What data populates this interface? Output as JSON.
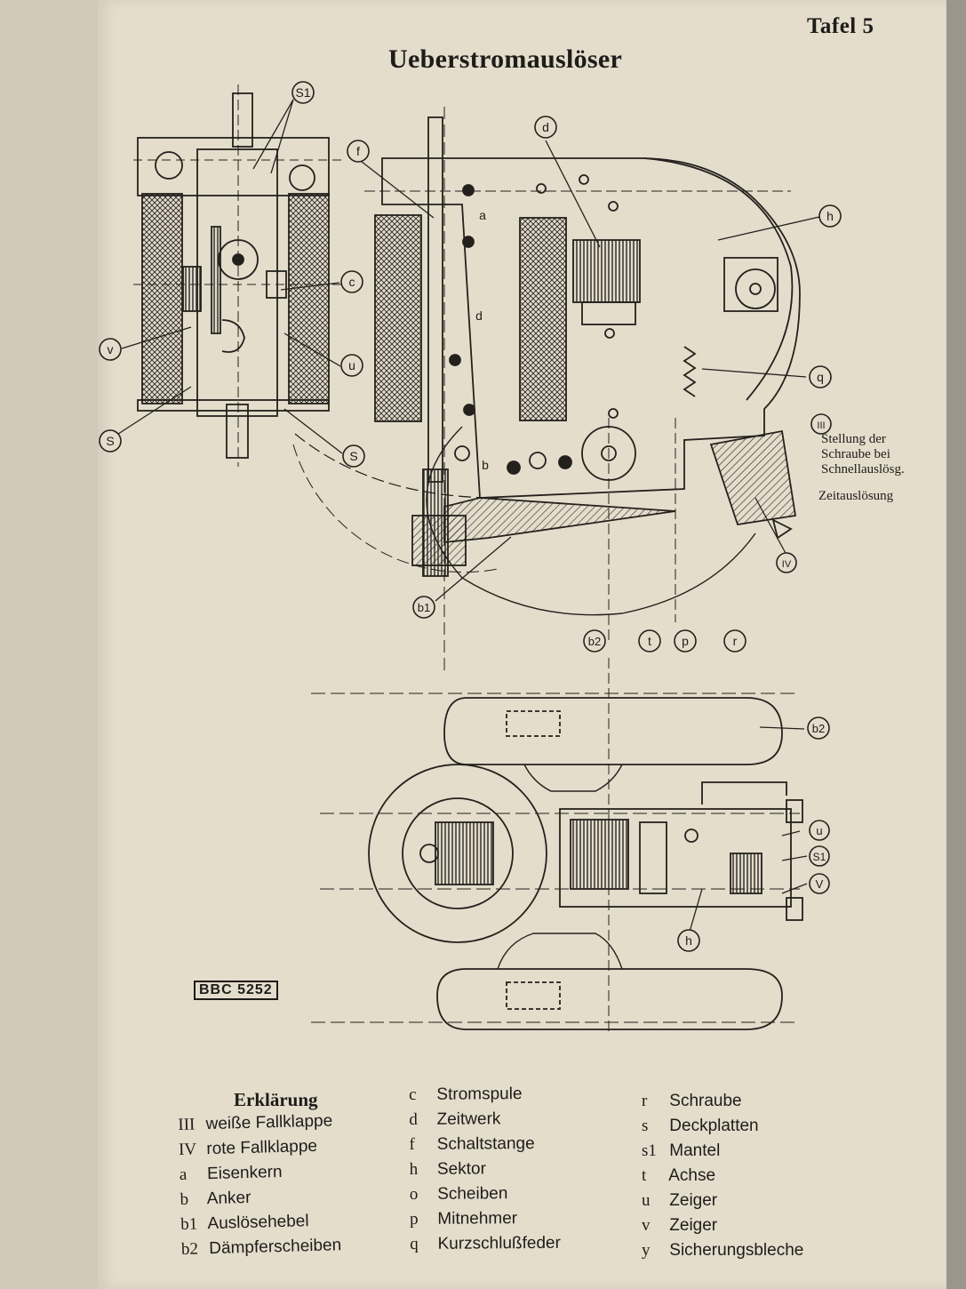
{
  "page": {
    "plate_label": "Tafel 5",
    "title": "Ueberstromauslöser",
    "figure_code": "BBC 5252"
  },
  "notes": {
    "stellung": [
      "Stellung der",
      "Schraube bei",
      "Schnellauslösg."
    ],
    "zeit": "Zeitauslösung"
  },
  "callouts": {
    "s1": "S1",
    "f": "f",
    "d": "d",
    "h": "h",
    "c": "c",
    "v": "v",
    "u": "u",
    "q": "q",
    "III": "III",
    "S_left": "S",
    "S_right": "S",
    "IV": "IV",
    "b1": "b1",
    "b2": "b2",
    "t": "t",
    "p": "p",
    "r": "r",
    "a": "a",
    "b": "b",
    "d2": "d",
    "b2_lower": "b2",
    "u_lower": "u",
    "s1_lower": "S1",
    "v_lower": "V",
    "h_lower": "h"
  },
  "legend": {
    "title": "Erklärung",
    "col1": [
      {
        "key": "III",
        "text": "weiße Fallklappe"
      },
      {
        "key": "IV",
        "text": "rote Fallklappe"
      },
      {
        "key": "a",
        "text": "Eisenkern"
      },
      {
        "key": "b",
        "text": "Anker"
      },
      {
        "key": "b1",
        "text": "Auslösehebel"
      },
      {
        "key": "b2",
        "text": "Dämpferscheiben"
      }
    ],
    "col2": [
      {
        "key": "c",
        "text": "Stromspule"
      },
      {
        "key": "d",
        "text": "Zeitwerk"
      },
      {
        "key": "f",
        "text": "Schaltstange"
      },
      {
        "key": "h",
        "text": "Sektor"
      },
      {
        "key": "o",
        "text": "Scheiben"
      },
      {
        "key": "p",
        "text": "Mitnehmer"
      },
      {
        "key": "q",
        "text": "Kurzschlußfeder"
      }
    ],
    "col3": [
      {
        "key": "r",
        "text": "Schraube"
      },
      {
        "key": "s",
        "text": "Deckplatten"
      },
      {
        "key": "s1",
        "text": "Mantel"
      },
      {
        "key": "t",
        "text": "Achse"
      },
      {
        "key": "u",
        "text": "Zeiger"
      },
      {
        "key": "v",
        "text": "Zeiger"
      },
      {
        "key": "y",
        "text": "Sicherungsbleche"
      }
    ]
  }
}
